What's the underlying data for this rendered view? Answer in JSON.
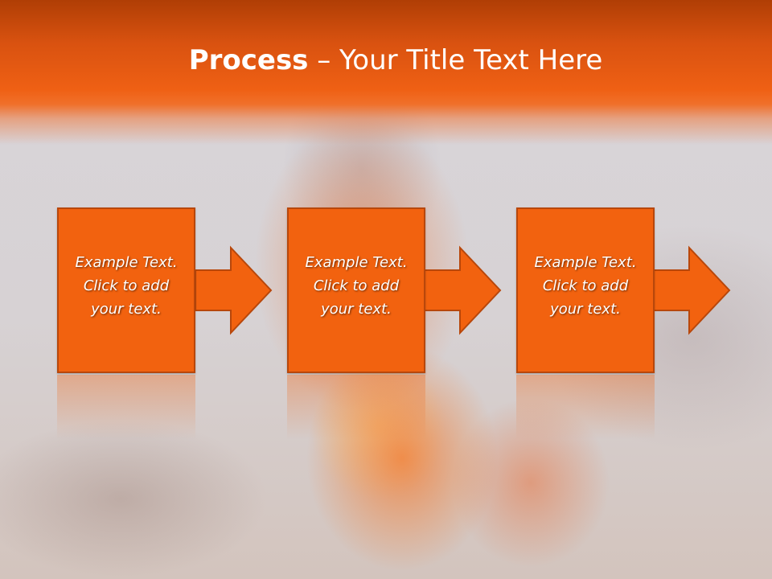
{
  "slide": {
    "title_bold": "Process",
    "title_rest": " – Your Title Text Here",
    "steps": [
      {
        "text": "Example Text.\nClick  to add\nyour text."
      },
      {
        "text": "Example Text.\nClick  to add\nyour text."
      },
      {
        "text": "Example Text.\nClick  to add\nyour text."
      }
    ]
  },
  "colors": {
    "accent": "#f2620f",
    "accent_border": "#b8470b",
    "header_dark": "#b03e05"
  }
}
